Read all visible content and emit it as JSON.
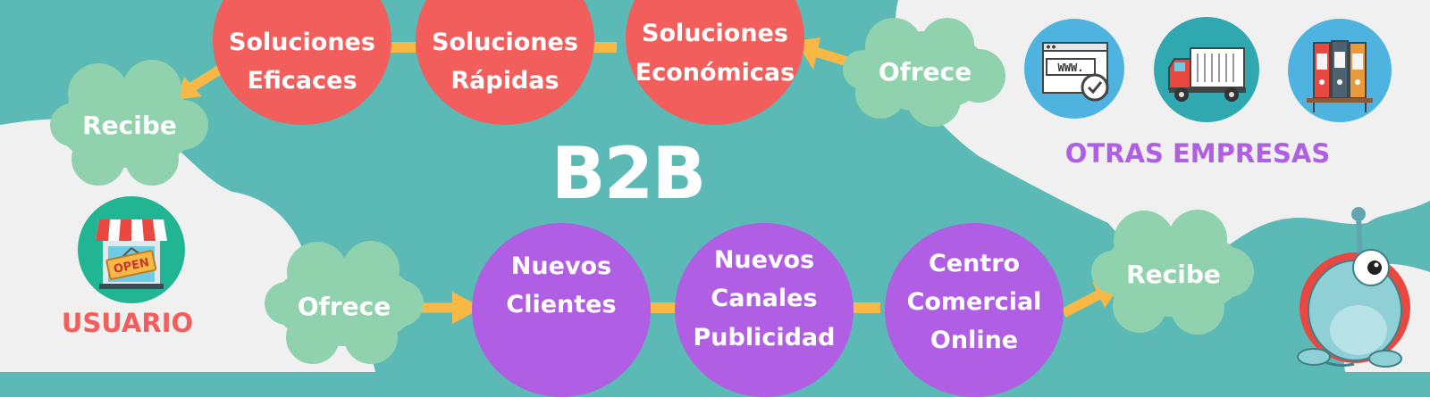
{
  "diagram": {
    "title": "B2B",
    "colors": {
      "background": "#5cbab6",
      "cloud": "#8fd2ad",
      "white_blob": "#f0f0f0",
      "red_node": "#f25e5c",
      "purple_node": "#b05ee4",
      "arrow": "#f8b846",
      "usuario_label": "#f25e5c",
      "otras_label": "#b05ee4"
    },
    "top_row": {
      "offer_cloud": "Ofrece",
      "nodes": [
        "Soluciones\nEficaces",
        "Soluciones\nRápidas",
        "Soluciones\nEconómicas"
      ],
      "receive_cloud": "Recibe"
    },
    "bottom_row": {
      "offer_cloud": "Ofrece",
      "nodes": [
        "Nuevos\nClientes",
        "Nuevos\nCanales\nPublicidad",
        "Centro\nComercial\nOnline"
      ],
      "receive_cloud": "Recibe"
    },
    "usuario": {
      "label": "USUARIO",
      "icon": "store-open-icon",
      "sign_text": "OPEN"
    },
    "otras_empresas": {
      "label": "OTRAS EMPRESAS",
      "icons": [
        "website-icon",
        "delivery-truck-icon",
        "binders-icon"
      ],
      "www_text": "WWW."
    },
    "mascot": "frog-mascot-icon"
  }
}
